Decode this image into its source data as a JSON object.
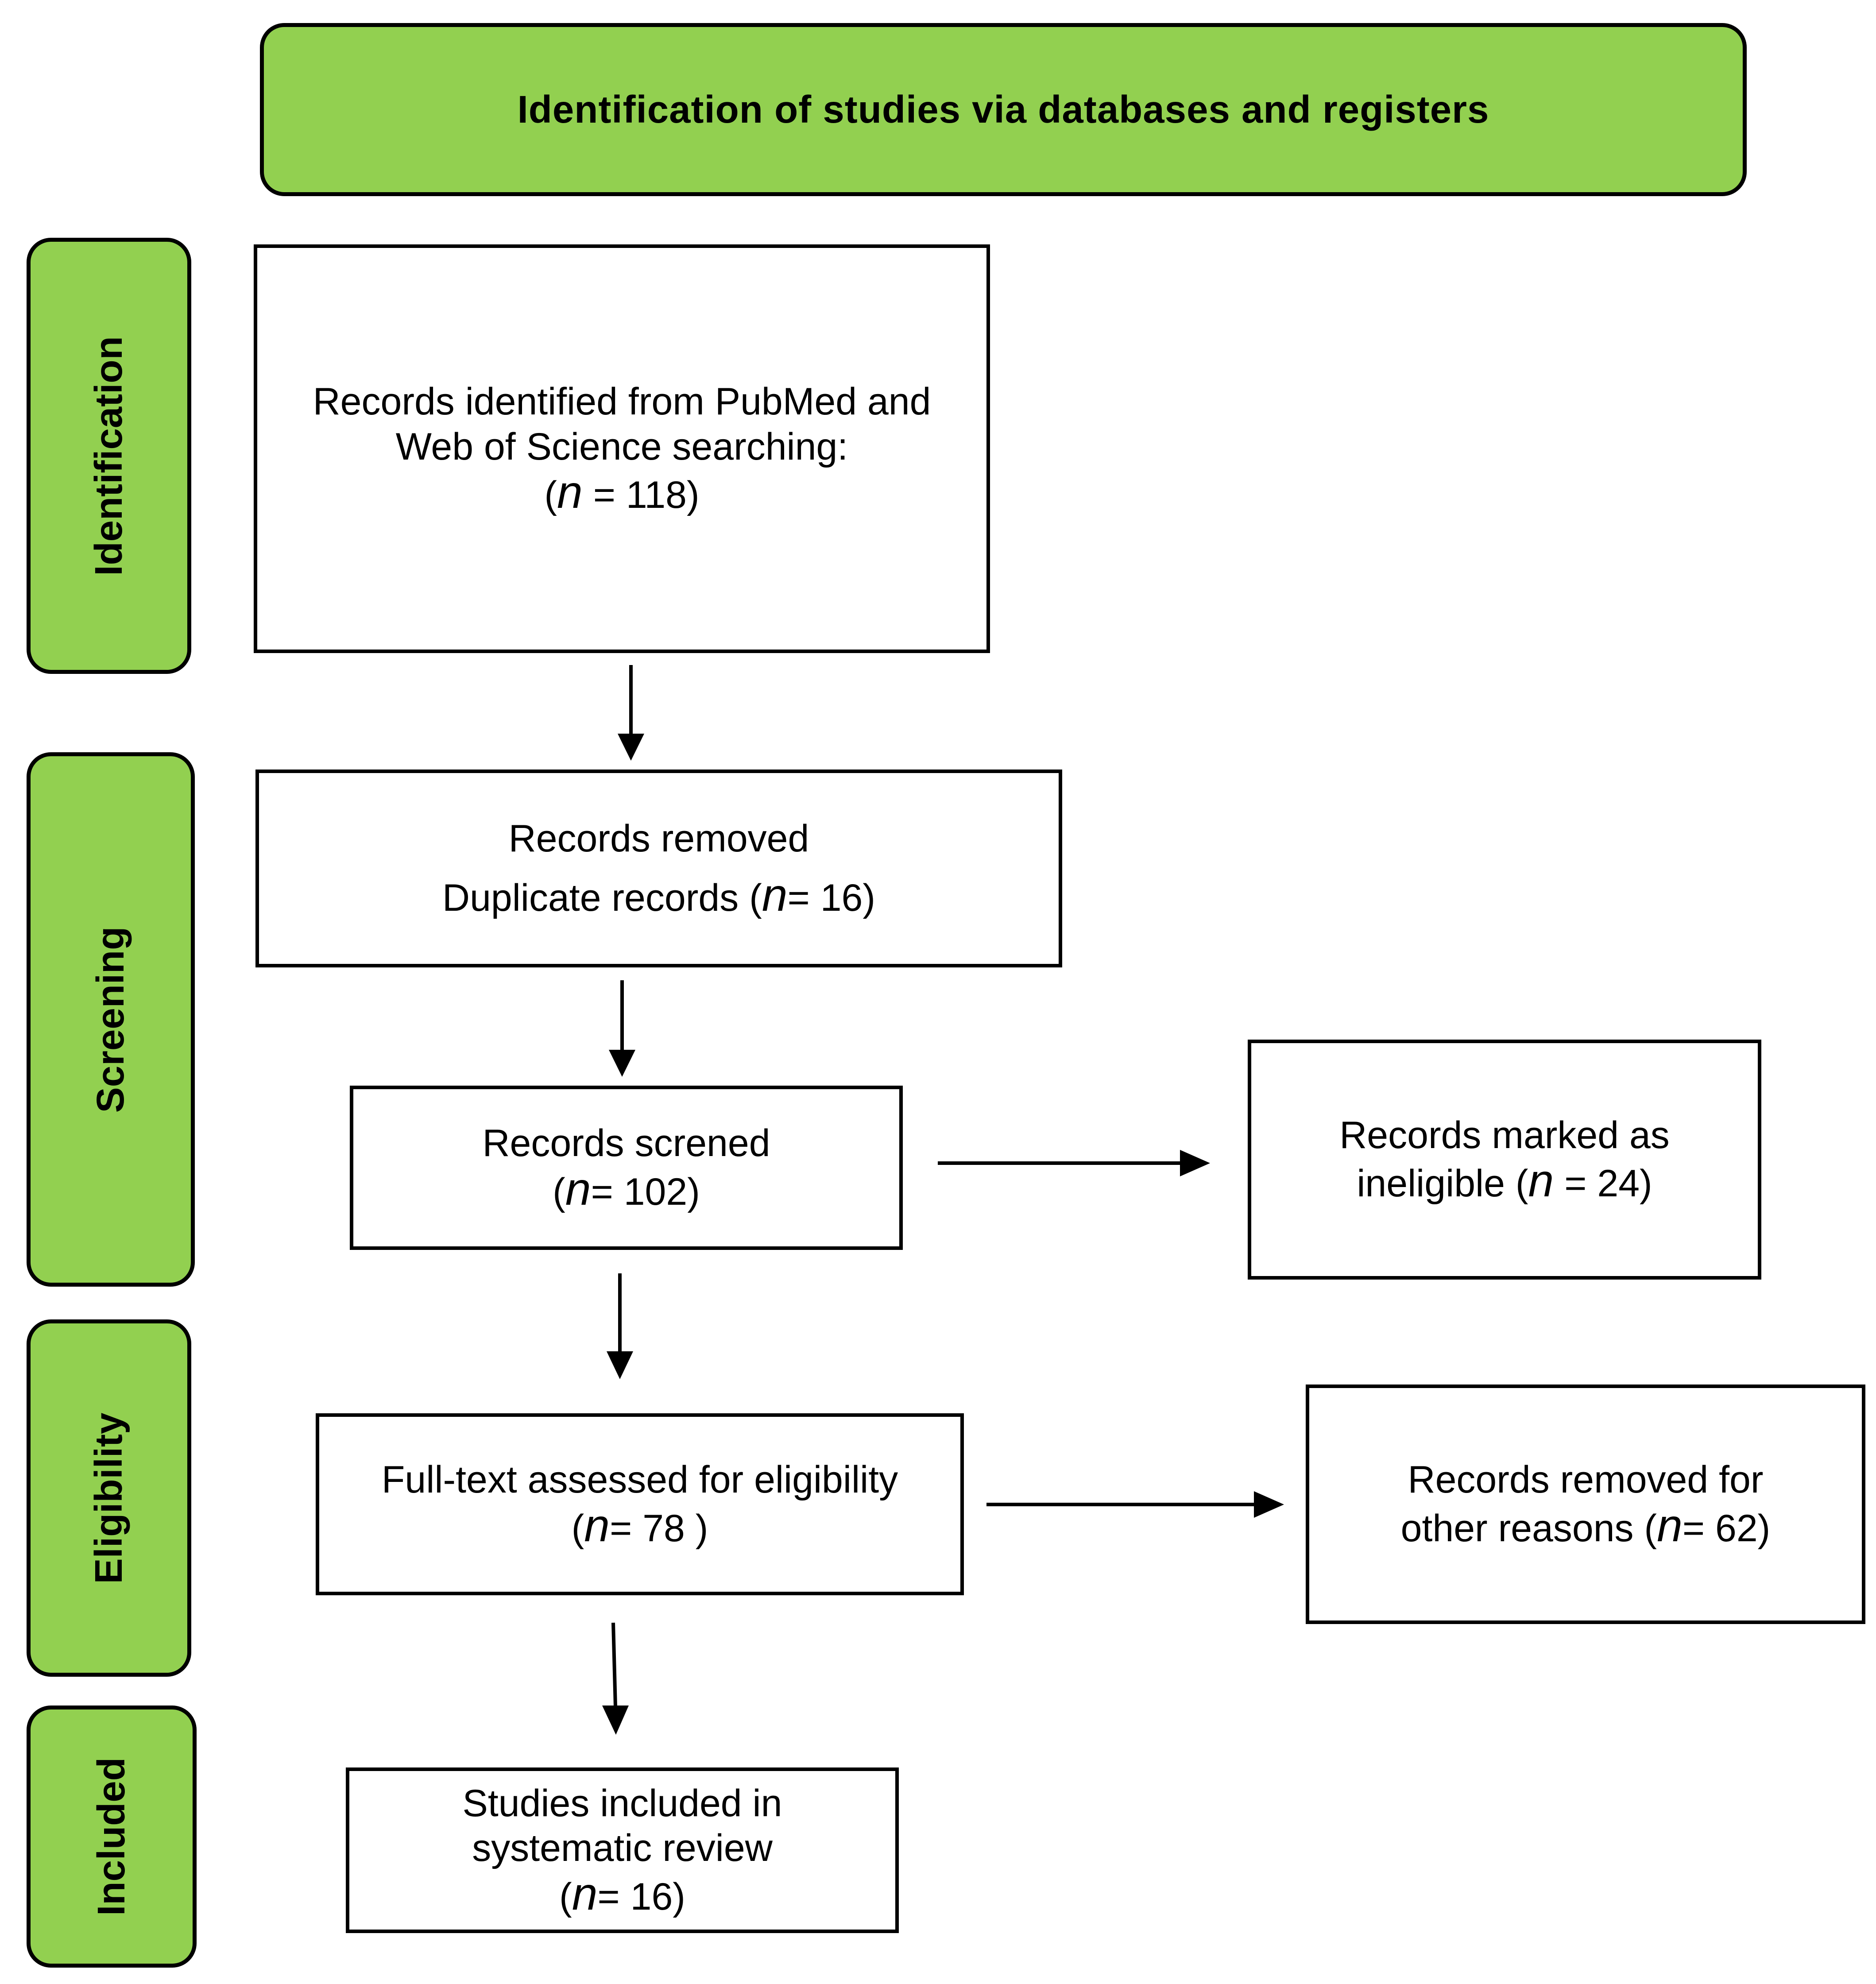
{
  "header": {
    "title": "Identification of studies via databases and registers"
  },
  "stages": {
    "identification": "Identification",
    "screening": "Screening",
    "eligibility": "Eligibility",
    "included": "Included"
  },
  "boxes": {
    "records_identified": {
      "line1": "Records identified from PubMed and",
      "line2": "Web of Science searching:",
      "count_open": "(",
      "n": "n",
      "count_rest": " = 118)"
    },
    "records_removed": {
      "line1": "Records removed",
      "line2_prefix": "Duplicate records (",
      "n": "n",
      "count_rest": "= 16)"
    },
    "records_screened": {
      "line1": "Records screned",
      "count_open": "(",
      "n": "n",
      "count_rest": "= 102)"
    },
    "records_ineligible": {
      "line1": "Records marked as",
      "line2_prefix": "ineligible (",
      "n": "n",
      "count_rest": " = 24)"
    },
    "full_text": {
      "line1": "Full-text assessed for eligibility",
      "count_open": "(",
      "n": "n",
      "count_rest": "= 78 )"
    },
    "removed_other": {
      "line1": "Records removed for",
      "line2_prefix": "other reasons (",
      "n": "n",
      "count_rest": "= 62)"
    },
    "included": {
      "line1": "Studies included in",
      "line2": "systematic review",
      "count_open": "(",
      "n": "n",
      "count_rest": "= 16)"
    }
  }
}
